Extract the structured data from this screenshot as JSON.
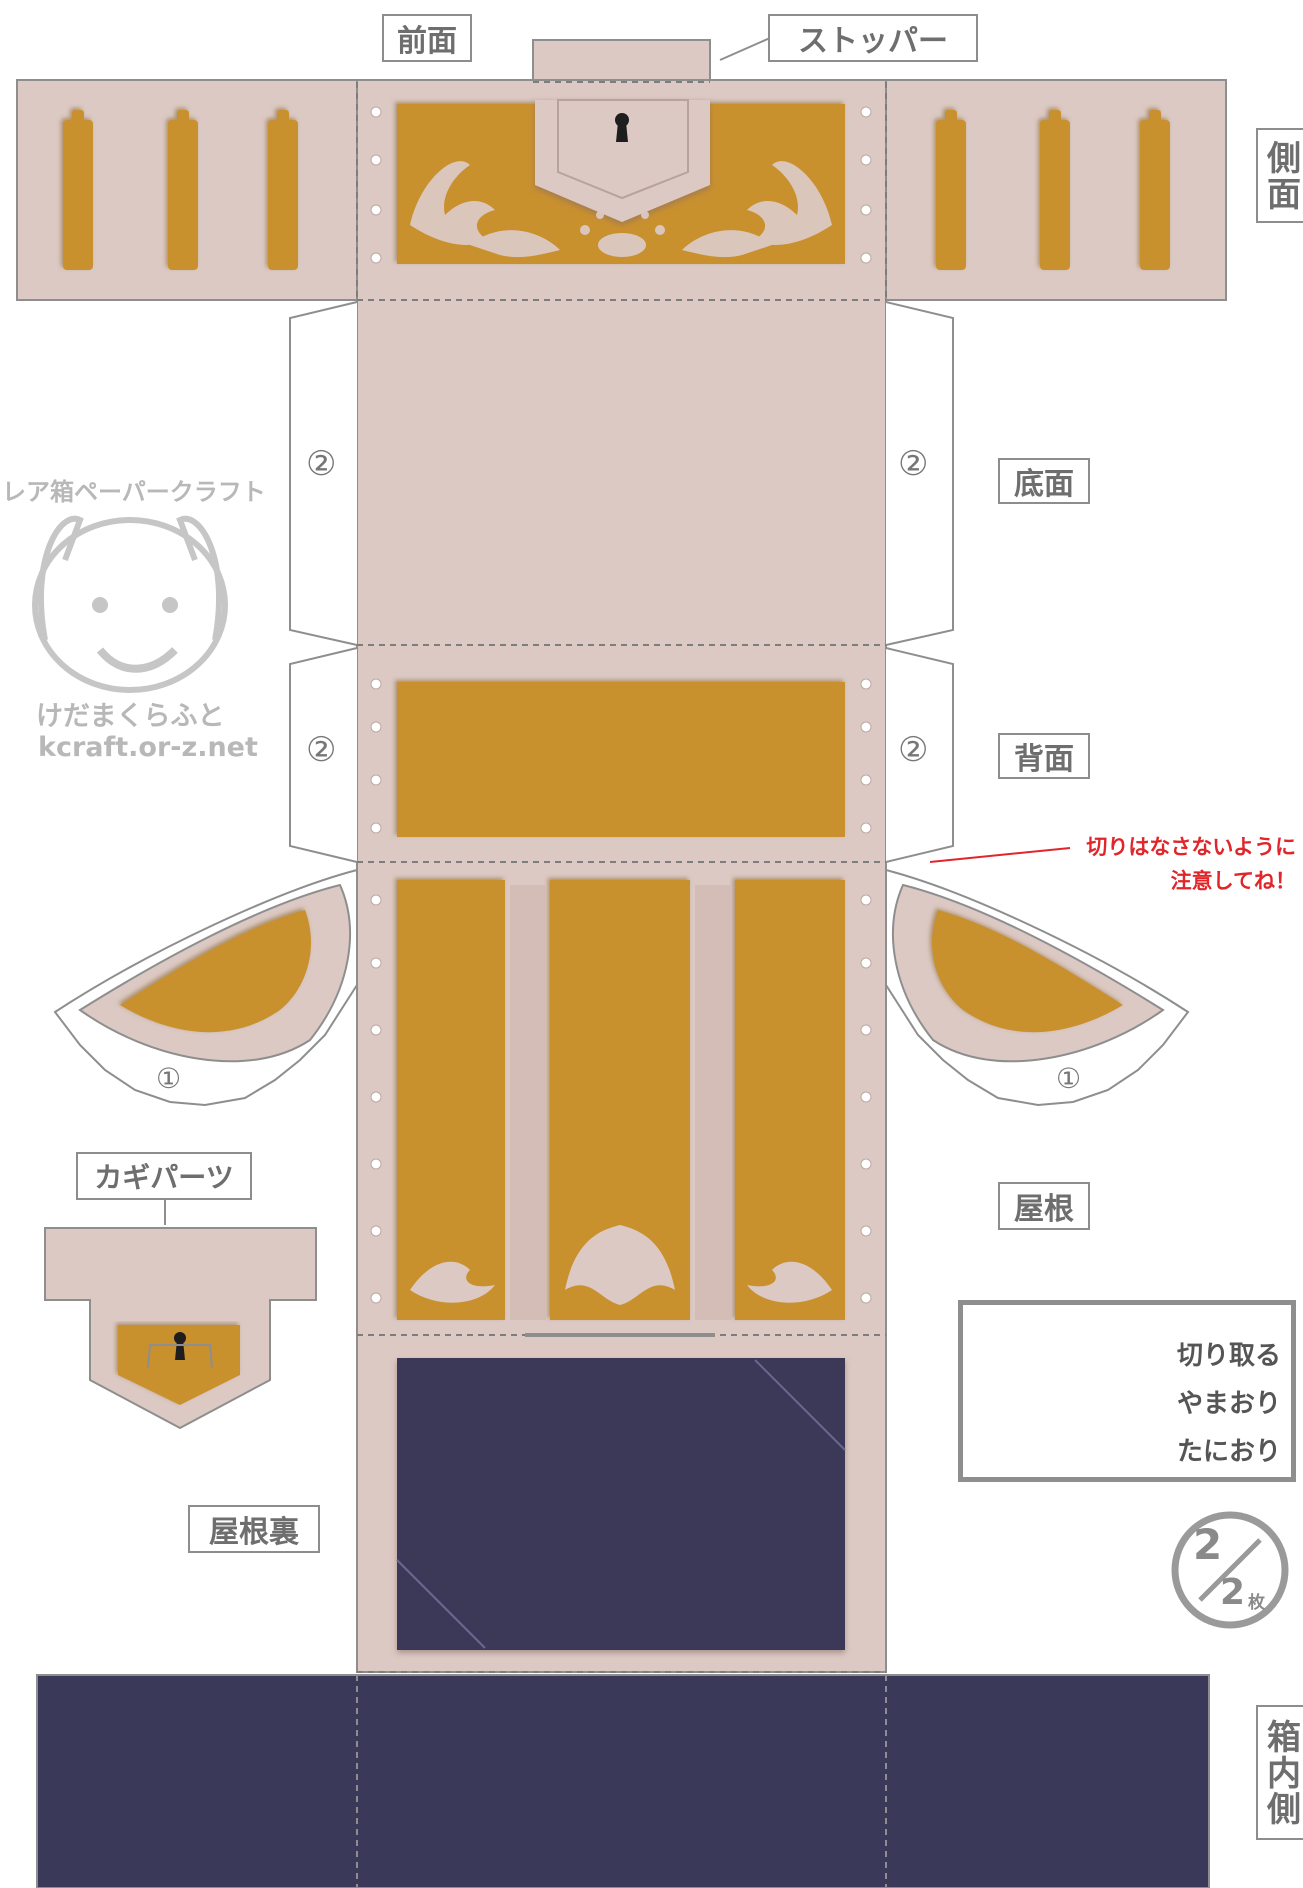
{
  "labels": {
    "front": "前面",
    "stopper": "ストッパー",
    "side": "側面",
    "bottom": "底面",
    "back": "背面",
    "roof": "屋根",
    "key_part": "カギパーツ",
    "roof_underside": "屋根裏",
    "box_inside": "箱内側"
  },
  "glue_marks": {
    "tab2": "②",
    "tab1": "①"
  },
  "watermark": {
    "title": "レア箱ペーパークラフト",
    "brand": "けだまくらふと",
    "url": "kcraft.or-z.net"
  },
  "note": {
    "line1": "切りはなさないように",
    "line2": "注意してね！"
  },
  "legend": {
    "cut": "切り取る",
    "mountain": "やまおり",
    "valley": "たにおり"
  },
  "sheet": {
    "page": "2",
    "total": "2",
    "unit": "枚"
  },
  "colors": {
    "panel": "#dcc9c3",
    "gold": "#c9902f",
    "navy": "#3a3959",
    "outline": "#8e8e8e",
    "accent_red": "#e0262a"
  }
}
